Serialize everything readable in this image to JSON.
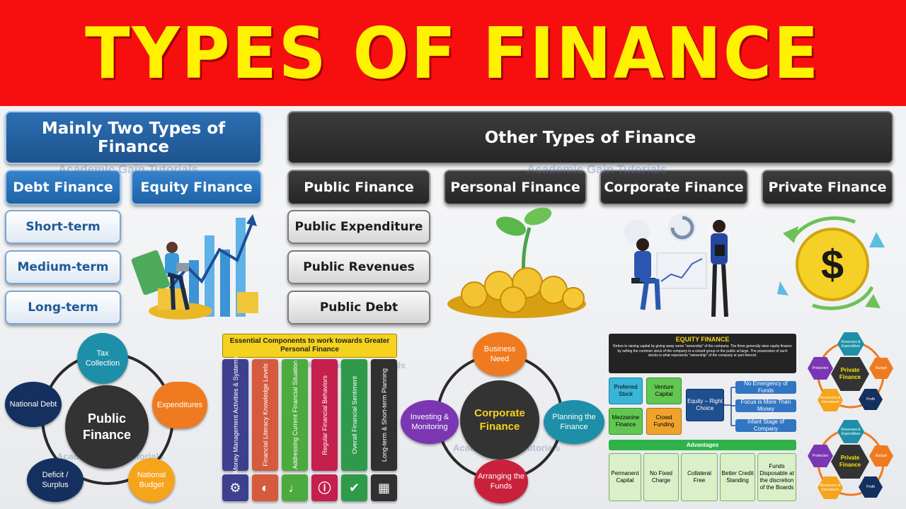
{
  "title": "TYPES OF FINANCE",
  "watermark": "Academic Gain Tutorials",
  "main_types": {
    "header": "Mainly Two Types of Finance",
    "debt": "Debt Finance",
    "equity": "Equity Finance",
    "terms": [
      "Short-term",
      "Medium-term",
      "Long-term"
    ]
  },
  "other_types": {
    "header": "Other Types of Finance",
    "categories": [
      "Public Finance",
      "Personal Finance",
      "Corporate Finance",
      "Private Finance"
    ],
    "public_items": [
      "Public Expenditure",
      "Public Revenues",
      "Public Debt"
    ]
  },
  "public_finance_cycle": {
    "center": "Public Finance",
    "nodes": [
      "Tax Collection",
      "Expenditures",
      "National Budget",
      "Deficit / Surplus",
      "National Debt"
    ]
  },
  "personal_finance": {
    "header": "Essential Components to work towards Greater Personal Finance",
    "components": [
      "Money Management Activities & Systems",
      "Financial Literacy Knowledge Levels",
      "Addressing Current Financial Situation",
      "Regular Financial Behaviors",
      "Overall Financial Sentiment",
      "Long-term & Short-term Planning"
    ]
  },
  "corporate_cycle": {
    "center": "Corporate Finance",
    "nodes": [
      "Business Need",
      "Planning the Finance",
      "Arranging the Funds",
      "Investing & Monitoring"
    ]
  },
  "equity_panel": {
    "title": "EQUITY FINANCE",
    "description": "Refers to raising capital by giving away some \"ownership\" of the company. The firms generally raise equity finance by selling the common stock of the company to a closed group or the public at large. The possession of such stocks is what represents \"ownership\" of the company or part thereof.",
    "types": [
      "Preferred Stock",
      "Venture Capital",
      "Mezzanine Finance",
      "Crowd Funding"
    ],
    "choice": "Equity – Right Choice",
    "conditions": [
      "No Emergency of Funds",
      "Focus is More Than Money",
      "Infant Stage of Company"
    ],
    "advantages_label": "Advantages",
    "advantages": [
      "Permanent Capital",
      "No Fixed Charge",
      "Collateral Free",
      "Better Credit Standing",
      "Funds Disposable at the discretion of the Boards"
    ]
  },
  "private_finance_hex": {
    "center": "Private Finance",
    "nodes": [
      "Revenues & Expenditure",
      "Budget",
      "Profit",
      "Resources & Investment",
      "Protection"
    ]
  },
  "colors": {
    "banner": "#f70f10",
    "title_text": "#fff200",
    "blue": "#2a6db0",
    "dark": "#2f2f2f",
    "orange": "#f07a1f",
    "teal": "#1e8fa8",
    "navy": "#15305e",
    "purple": "#7b36b3",
    "red": "#c9213b",
    "green": "#2ea84a"
  }
}
